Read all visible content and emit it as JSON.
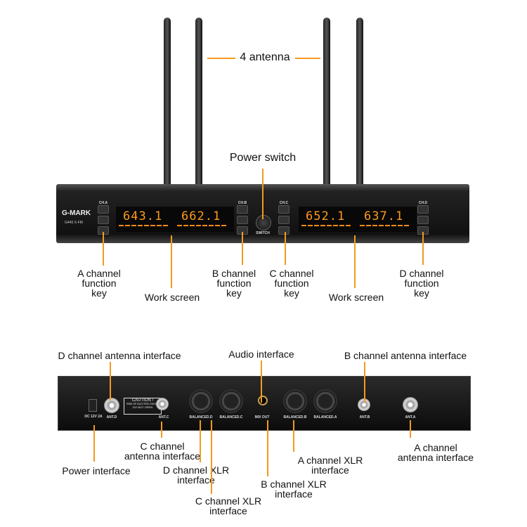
{
  "front": {
    "brand": "G-MARK",
    "model": "G440 X-FM",
    "channel_keys": [
      "CH.A",
      "CH.B",
      "CH.C",
      "CH.D"
    ],
    "frequencies": [
      "643.1",
      "662.1",
      "652.1",
      "637.1"
    ],
    "switch_label": "SWITCH",
    "labels": {
      "antenna": "4 antenna",
      "power_switch": "Power switch",
      "a_key": "A channel\nfunction\nkey",
      "work_screen_1": "Work screen",
      "b_key": "B channel\nfunction\nkey",
      "c_key": "C channel\nfunction\nkey",
      "work_screen_2": "Work screen",
      "d_key": "D channel\nfunction\nkey"
    }
  },
  "rear": {
    "ports": {
      "dc": "DC 12V 2A",
      "ant_d": "ANT.D",
      "ant_c": "ANT.C",
      "bal_d": "BALANCED.D",
      "bal_c": "BALANCED.C",
      "mix": "MIX OUT",
      "bal_b": "BALANCED.B",
      "bal_a": "BALANCED.A",
      "ant_b": "ANT.B",
      "ant_a": "ANT.A"
    },
    "caution": "CAUTION !",
    "caution_sub": "RISK OF ELECTRIC SHOCK",
    "caution_sub2": "DO NOT OPEN",
    "labels": {
      "d_antenna": "D channel antenna interface",
      "audio": "Audio interface",
      "b_antenna": "B channel antenna interface",
      "power": "Power interface",
      "c_antenna": "C channel\nantenna interface",
      "d_xlr": "D channel XLR\ninterface",
      "c_xlr": "C channel XLR\ninterface",
      "b_xlr": "B channel XLR\ninterface",
      "a_xlr": "A channel XLR\ninterface",
      "a_antenna": "A channel\nantenna interface"
    }
  },
  "colors": {
    "callout": "#f39a1e",
    "display": "#ff9a1a",
    "body": "#1a1a1a"
  }
}
